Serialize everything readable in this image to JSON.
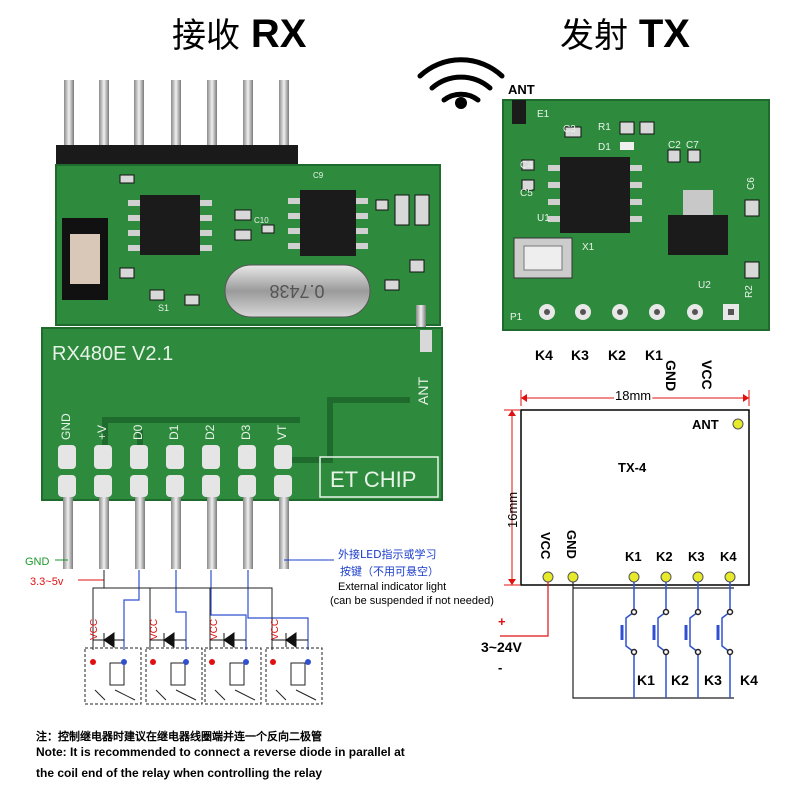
{
  "titles": {
    "rx_zh": "接收",
    "rx_en": "RX",
    "tx_zh": "发射",
    "tx_en": "TX"
  },
  "rx_board": {
    "model": "RX480E V2.1",
    "brand": "ET CHIP",
    "crystal": "0.7438",
    "ant": "ANT",
    "pins": [
      "GND",
      "+V",
      "D0",
      "D1",
      "D2",
      "D3",
      "VT"
    ],
    "silk": [
      "S1",
      "C9",
      "C10"
    ]
  },
  "tx_board": {
    "ant": "ANT",
    "pin_labels": [
      "K4",
      "K3",
      "K2",
      "K1",
      "GND",
      "VCC"
    ],
    "silk": [
      "E1",
      "C3",
      "R1",
      "D1",
      "U1",
      "X1",
      "P1",
      "U2",
      "R2",
      "C6",
      "C2",
      "C7",
      "C4",
      "C5"
    ]
  },
  "rx_labels": {
    "gnd": "GND",
    "supply": "3.3~5v",
    "led_note_zh_1": "外接LED指示或学习",
    "led_note_zh_2": "按键（不用可悬空）",
    "led_note_en_1": "External indicator light",
    "led_note_en_2": "(can be suspended if not needed)",
    "relay_vcc": "VCC"
  },
  "tx_diagram": {
    "width_label": "18mm",
    "height_label": "16mm",
    "name": "TX-4",
    "ant": "ANT",
    "pins": [
      "VCC",
      "GND",
      "K1",
      "K2",
      "K3",
      "K4"
    ],
    "supply_plus": "+",
    "supply_voltage": "3~24V",
    "supply_minus": "-",
    "buttons": [
      "K1",
      "K2",
      "K3",
      "K4"
    ]
  },
  "notes": {
    "zh": "注：控制继电器时建议在继电器线圈端并连一个反向二极管",
    "en_line1": "Note: It is recommended to connect a reverse diode in parallel at",
    "en_line2": "the coil end of the relay when controlling the relay"
  },
  "colors": {
    "pcb_green": "#2e8b3e",
    "pcb_dark": "#1f6b2d",
    "silk_white": "#e8f3e8",
    "pin_silver": "#c8c8c8",
    "gnd_green": "#1a9a2a",
    "supply_red": "#e01010",
    "note_blue": "#1a3ccc",
    "tx_wire_red": "#e01010",
    "tx_pin_yellow": "#e6ea2a",
    "relay_blue": "#3050d0"
  },
  "icons": {
    "wifi": "wifi-icon",
    "button": "push-button-icon",
    "relay": "relay-icon",
    "diode": "diode-icon"
  }
}
